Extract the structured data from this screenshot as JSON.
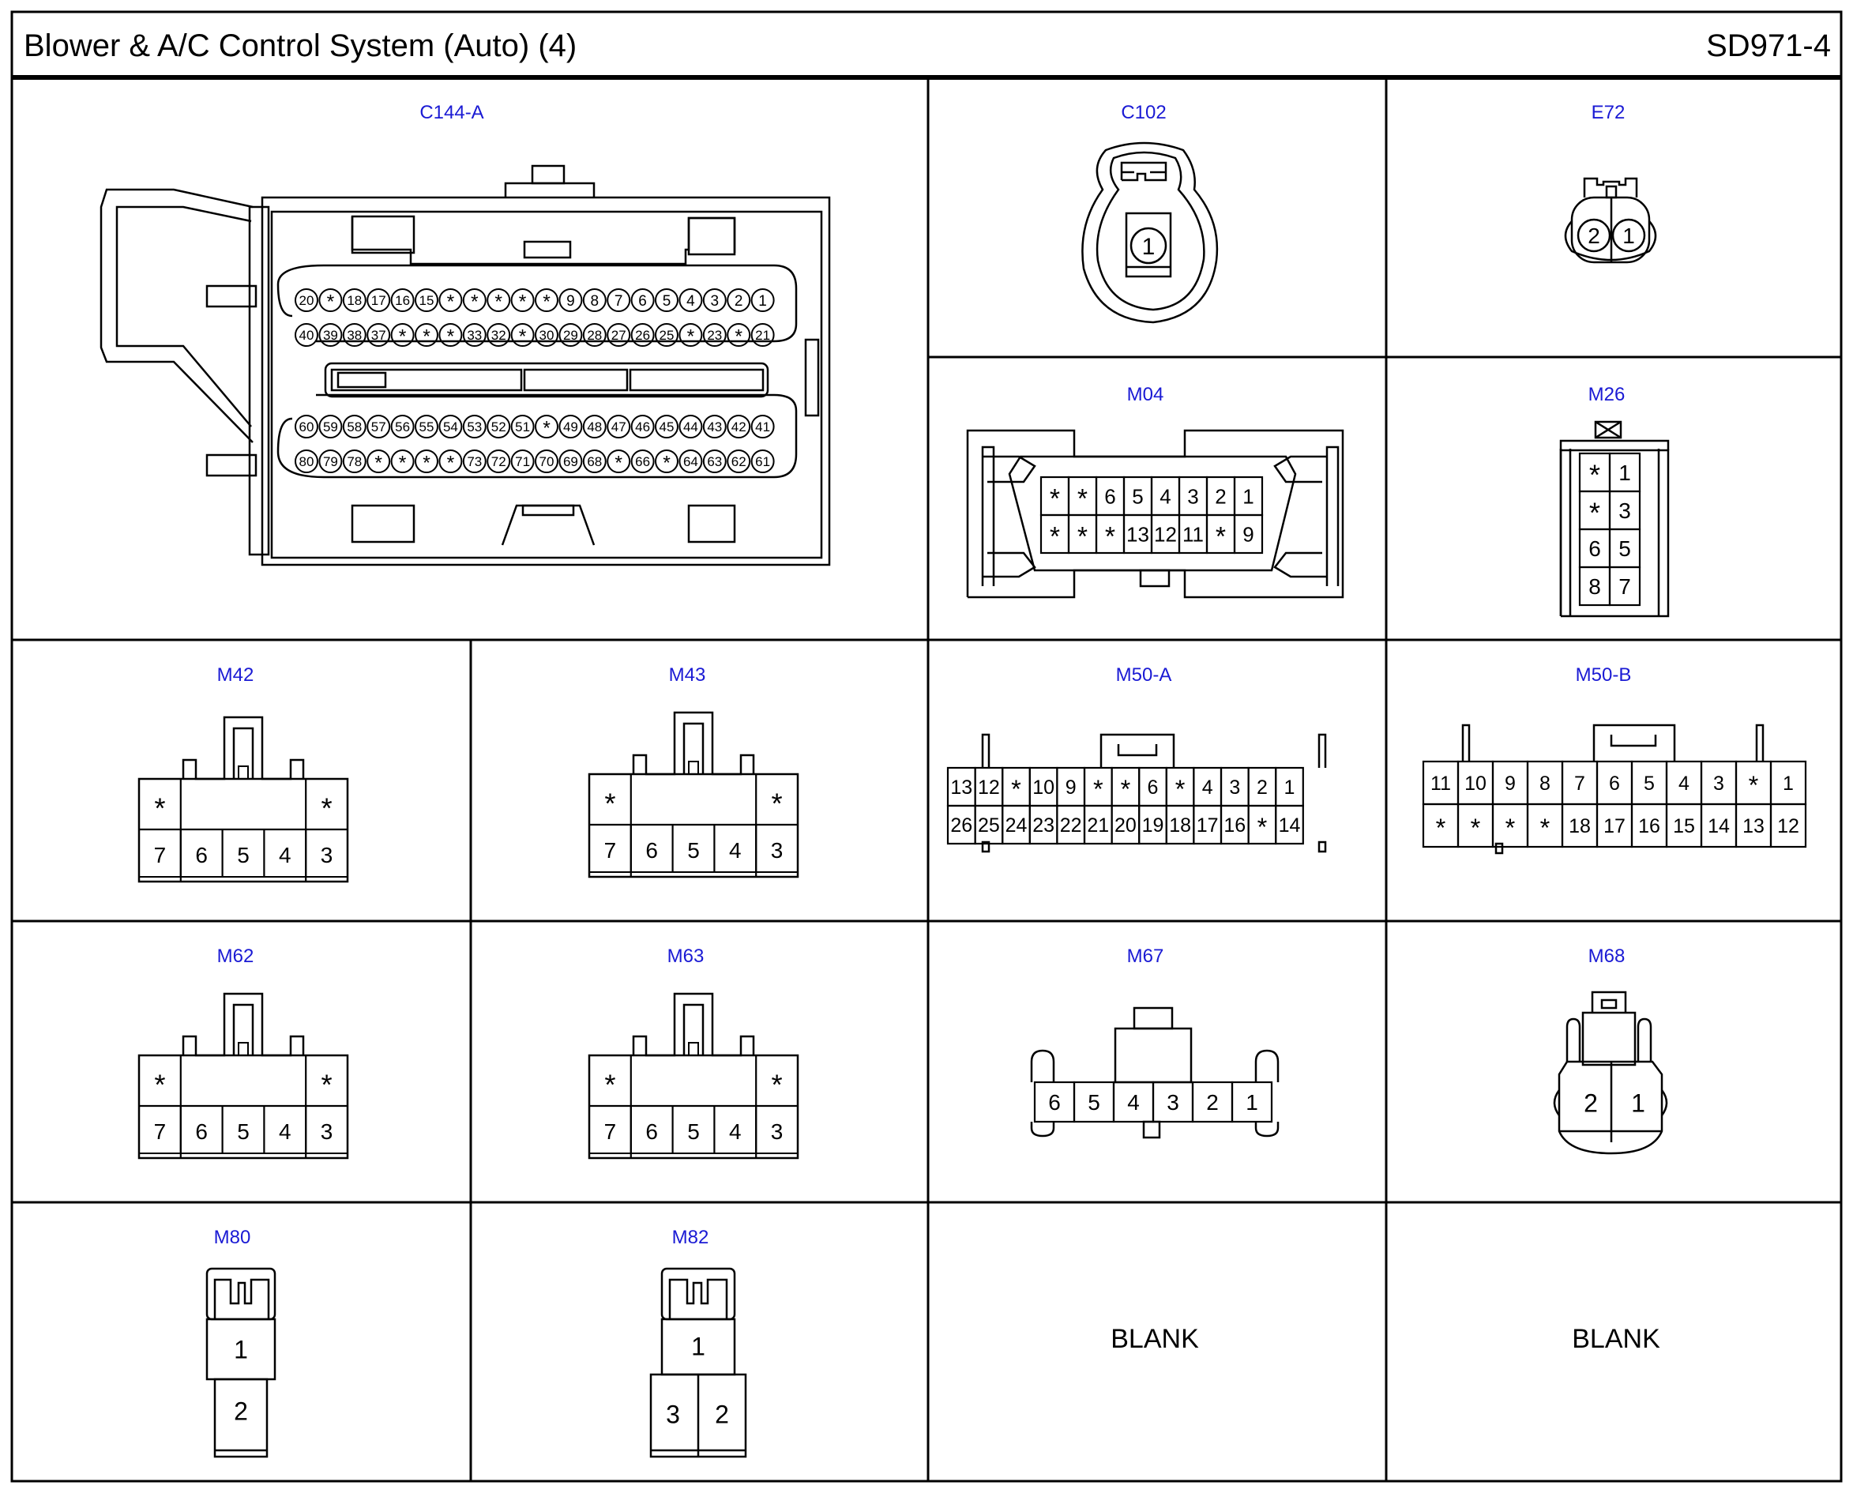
{
  "header": {
    "title": "Blower & A/C Control System (Auto) (4)",
    "code": "SD971-4"
  },
  "colors": {
    "label": "#1a1ad4",
    "line": "#000000",
    "background": "#ffffff"
  },
  "connectors": {
    "C144A": {
      "label": "C144-A",
      "rows": [
        [
          "20",
          "*",
          "18",
          "17",
          "16",
          "15",
          "*",
          "*",
          "*",
          "*",
          "*",
          "9",
          "8",
          "7",
          "6",
          "5",
          "4",
          "3",
          "2",
          "1"
        ],
        [
          "40",
          "39",
          "38",
          "37",
          "*",
          "*",
          "*",
          "33",
          "32",
          "*",
          "30",
          "29",
          "28",
          "27",
          "26",
          "25",
          "*",
          "23",
          "*",
          "21"
        ],
        [
          "60",
          "59",
          "58",
          "57",
          "56",
          "55",
          "54",
          "53",
          "52",
          "51",
          "*",
          "49",
          "48",
          "47",
          "46",
          "45",
          "44",
          "43",
          "42",
          "41"
        ],
        [
          "80",
          "79",
          "78",
          "*",
          "*",
          "*",
          "*",
          "73",
          "72",
          "71",
          "70",
          "69",
          "68",
          "*",
          "66",
          "*",
          "64",
          "63",
          "62",
          "61"
        ]
      ]
    },
    "C102": {
      "label": "C102",
      "pins": [
        "1"
      ]
    },
    "E72": {
      "label": "E72",
      "pins": [
        "2",
        "1"
      ]
    },
    "M04": {
      "label": "M04",
      "rows": [
        [
          "*",
          "*",
          "6",
          "5",
          "4",
          "3",
          "2",
          "1"
        ],
        [
          "*",
          "*",
          "*",
          "13",
          "12",
          "11",
          "*",
          "9"
        ]
      ]
    },
    "M26": {
      "label": "M26",
      "rows": [
        [
          "*",
          "1"
        ],
        [
          "*",
          "3"
        ],
        [
          "6",
          "5"
        ],
        [
          "8",
          "7"
        ]
      ]
    },
    "M42": {
      "label": "M42",
      "top": [
        "*",
        "*"
      ],
      "bottom": [
        "7",
        "6",
        "5",
        "4",
        "3"
      ]
    },
    "M43": {
      "label": "M43",
      "top": [
        "*",
        "*"
      ],
      "bottom": [
        "7",
        "6",
        "5",
        "4",
        "3"
      ]
    },
    "M50A": {
      "label": "M50-A",
      "rows": [
        [
          "13",
          "12",
          "*",
          "10",
          "9",
          "*",
          "*",
          "6",
          "*",
          "4",
          "3",
          "2",
          "1"
        ],
        [
          "26",
          "25",
          "24",
          "23",
          "22",
          "21",
          "20",
          "19",
          "18",
          "17",
          "16",
          "*",
          "14"
        ]
      ]
    },
    "M50B": {
      "label": "M50-B",
      "rows": [
        [
          "11",
          "10",
          "9",
          "8",
          "7",
          "6",
          "5",
          "4",
          "3",
          "*",
          "1"
        ],
        [
          "*",
          "*",
          "*",
          "*",
          "18",
          "17",
          "16",
          "15",
          "14",
          "13",
          "12"
        ]
      ]
    },
    "M62": {
      "label": "M62",
      "top": [
        "*",
        "*"
      ],
      "bottom": [
        "7",
        "6",
        "5",
        "4",
        "3"
      ]
    },
    "M63": {
      "label": "M63",
      "top": [
        "*",
        "*"
      ],
      "bottom": [
        "7",
        "6",
        "5",
        "4",
        "3"
      ]
    },
    "M67": {
      "label": "M67",
      "pins": [
        "6",
        "5",
        "4",
        "3",
        "2",
        "1"
      ]
    },
    "M68": {
      "label": "M68",
      "pins": [
        "2",
        "1"
      ]
    },
    "M80": {
      "label": "M80",
      "pins": [
        "1",
        "2"
      ]
    },
    "M82": {
      "label": "M82",
      "pins": [
        "1",
        "3",
        "2"
      ]
    }
  },
  "blanks": {
    "first": "BLANK",
    "second": "BLANK"
  }
}
